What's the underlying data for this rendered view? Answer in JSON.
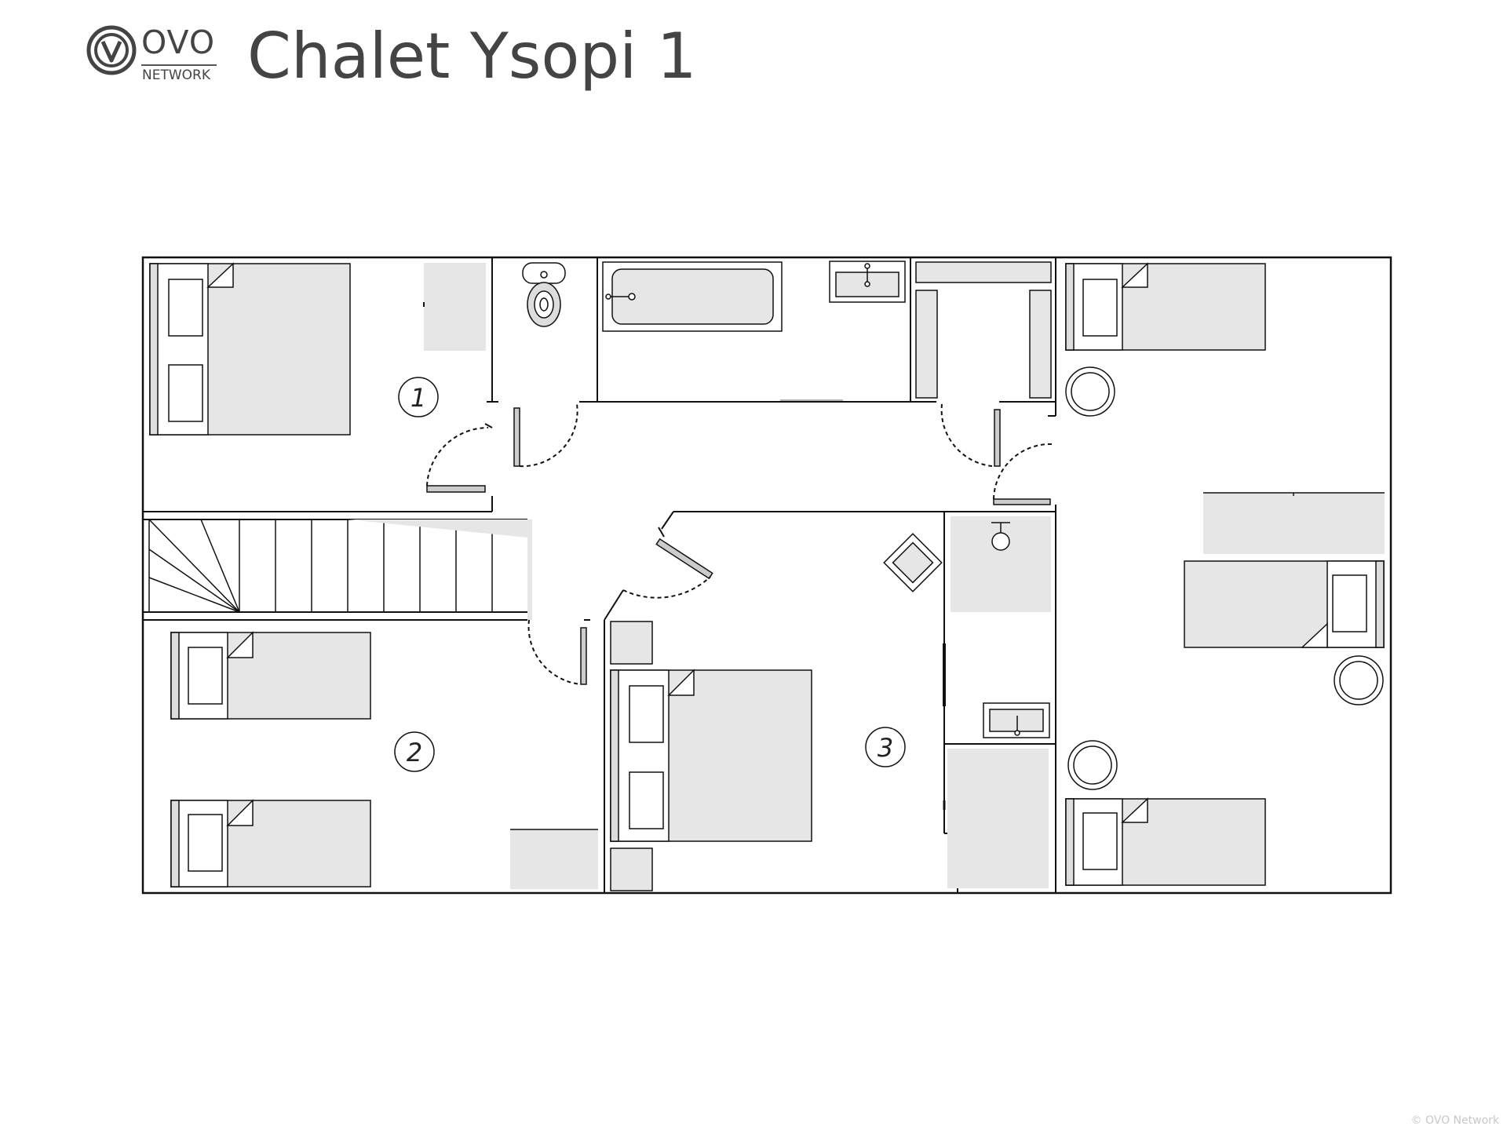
{
  "header": {
    "logo_icon": "ovo-circle-v-icon",
    "logo_text": "OVO",
    "logo_subtext": "NETWORK",
    "title": "Chalet Ysopi 1"
  },
  "rooms": [
    {
      "number": "1"
    },
    {
      "number": "2"
    },
    {
      "number": "3"
    }
  ],
  "footer": {
    "copyright": "© OVO Network"
  },
  "colors": {
    "wall": "#111111",
    "furniture_fill": "#e6e6e6",
    "text": "#444444"
  }
}
